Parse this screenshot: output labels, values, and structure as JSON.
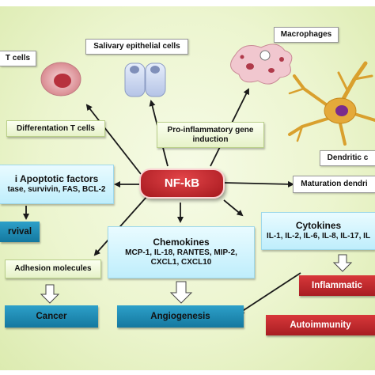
{
  "nfkb": "NF-kB",
  "t_cells": "T cells",
  "salivary": "Salivary epithelial cells",
  "macrophages": "Macrophages",
  "differentiation": "Differentation T cells",
  "proinflammatory": [
    "Pro-inflammatory gene",
    "induction"
  ],
  "dendritic": "Dendritic c",
  "maturation": "Maturation dendri",
  "anti_apoptotic": {
    "title": "i Apoptotic factors",
    "items": "tase, survivin, FAS, BCL-2"
  },
  "survival": "rvival",
  "adhesion": "Adhesion molecules",
  "cancer": "Cancer",
  "chemokines": {
    "title": "Chemokines",
    "lines": [
      "MCP-1, IL-18, RANTES, MIP-2,",
      "CXCL1, CXCL10"
    ]
  },
  "chemokines_prefix": "MCP-1,  IL-18,  RANTES,  MIP-2,",
  "angiogenesis": "Angiogenesis",
  "cytokines": {
    "title": "Cytokines",
    "items": "IL-1, IL-2, IL-6, IL-8, IL-17, IL"
  },
  "inflammation": "Inflammatic",
  "autoimmunity": "Autoimmunity"
}
